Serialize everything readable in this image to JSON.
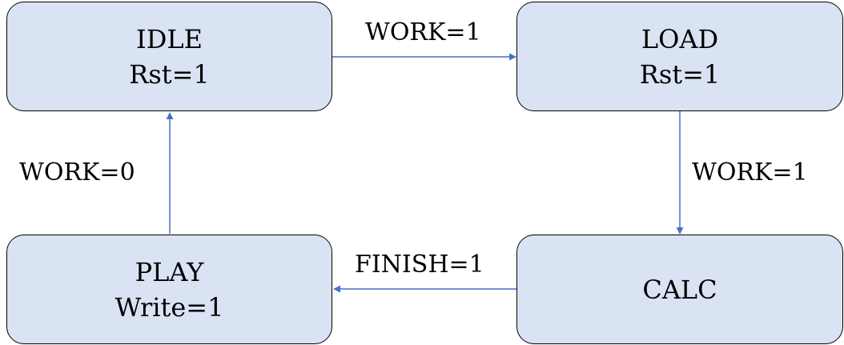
{
  "colors": {
    "state_fill": "#dae3f3",
    "state_border": "#000000",
    "arrow": "#4472c4",
    "text": "#000000"
  },
  "states": {
    "idle": {
      "name": "IDLE",
      "output": "Rst=1"
    },
    "load": {
      "name": "LOAD",
      "output": "Rst=1"
    },
    "calc": {
      "name": "CALC"
    },
    "play": {
      "name": "PLAY",
      "output": "Write=1"
    }
  },
  "transitions": {
    "idle_to_load": "WORK=1",
    "load_to_calc": "WORK=1",
    "calc_to_play": "FINISH=1",
    "play_to_idle": "WORK=0"
  }
}
